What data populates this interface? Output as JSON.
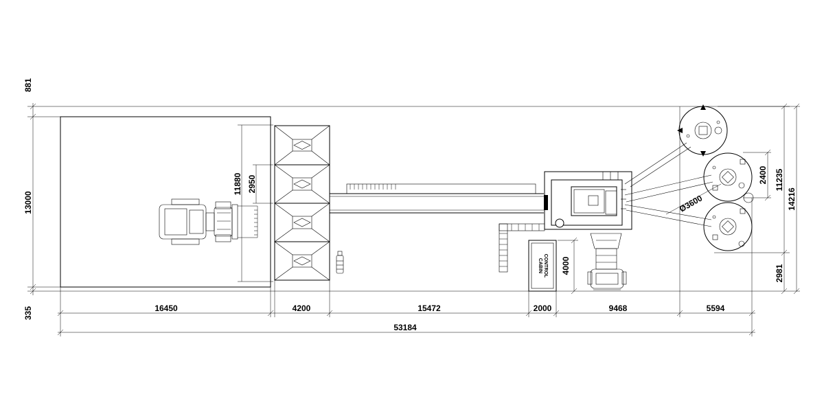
{
  "dimensions": {
    "top_offset": "881",
    "bottom_offset": "335",
    "left_height": "13000",
    "stockyard_depth": "11880",
    "hopper_spacing": "2950",
    "seg_stockyard": "16450",
    "seg_hoppers": "4200",
    "seg_conveyor": "15472",
    "seg_cabin": "2000",
    "seg_plant": "9468",
    "seg_silos": "5594",
    "total_length": "53184",
    "cabin_height": "4000",
    "silo_diameter": "Ø3600",
    "silo_spacing": "2400",
    "silo_span": "11235",
    "total_width": "14216",
    "silo_bottom_offset": "2981"
  },
  "labels": {
    "control_cabin_line1": "CONTROL",
    "control_cabin_line2": "CABIN"
  },
  "colors": {
    "line": "#000000",
    "background": "#ffffff"
  }
}
